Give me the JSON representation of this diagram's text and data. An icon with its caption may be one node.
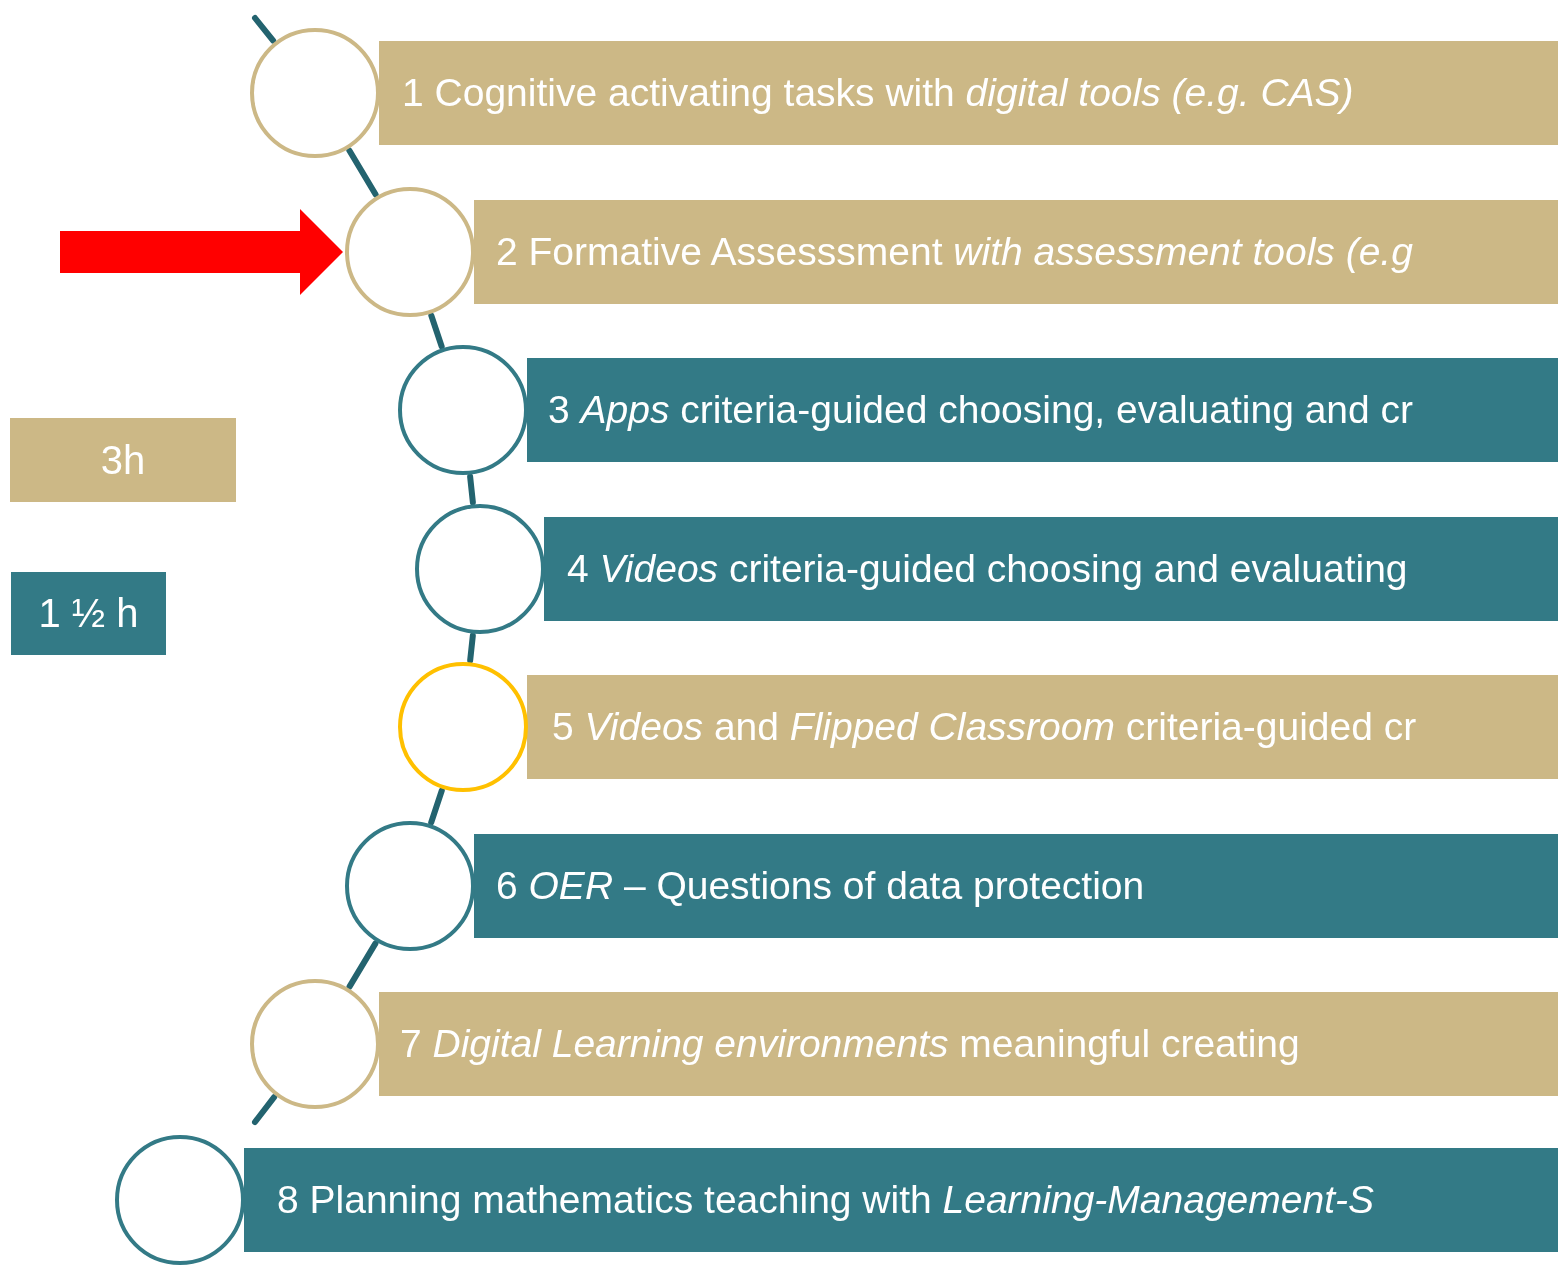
{
  "diagram": {
    "nodes": [
      {
        "text": [],
        "shape": "circle"
      },
      {
        "text": [
          "1 Cognitive activating tasks with *digital tools (e.g. CAS)*"
        ]
      },
      {
        "text": [],
        "shape": "circle"
      },
      {
        "text": [
          "2 Formative Assesssment *with assessment tools (e.g*"
        ]
      },
      {
        "text": [],
        "shape": "circle"
      },
      {
        "text": [
          "3 *Apps* criteria-guided choosing, evaluating and cr"
        ]
      },
      {
        "text": [],
        "shape": "circle"
      },
      {
        "text": [
          "4 *Videos* criteria-guided choosing and evaluating"
        ]
      },
      {
        "text": [],
        "shape": "circle"
      },
      {
        "text": [
          "5 *Videos* and *Flipped Classroom* criteria-guided cr"
        ]
      },
      {
        "text": [],
        "shape": "circle"
      },
      {
        "text": [
          "6 *OER* – Questions of data protection"
        ]
      },
      {
        "text": [],
        "shape": "circle"
      },
      {
        "text": [
          "7 *Digital Learning environments* meaningful creating"
        ]
      },
      {
        "text": [],
        "shape": "circle"
      },
      {
        "text": [
          "8 Planning mathematics teaching with *Learning-Management-S*"
        ]
      }
    ],
    "edges": [
      {
        "from": null,
        "to": 0,
        "arrow": "none"
      },
      {
        "from": 0,
        "to": 2,
        "arrow": "none"
      },
      {
        "from": 2,
        "to": 4,
        "arrow": "none"
      },
      {
        "from": 4,
        "to": 6,
        "arrow": "none"
      },
      {
        "from": 6,
        "to": 8,
        "arrow": "none"
      },
      {
        "from": 8,
        "to": 10,
        "arrow": "none"
      },
      {
        "from": 10,
        "to": 12,
        "arrow": "none"
      },
      {
        "from": 12,
        "to": null,
        "arrow": "none"
      },
      {
        "from": null,
        "to": 2,
        "arrow": "to",
        "style": "thick",
        "color": "#ff0000"
      }
    ],
    "legend": [
      {
        "text": "3h",
        "color": "#ccb886"
      },
      {
        "text": "1 ½ h",
        "color": "#337a86"
      }
    ]
  }
}
